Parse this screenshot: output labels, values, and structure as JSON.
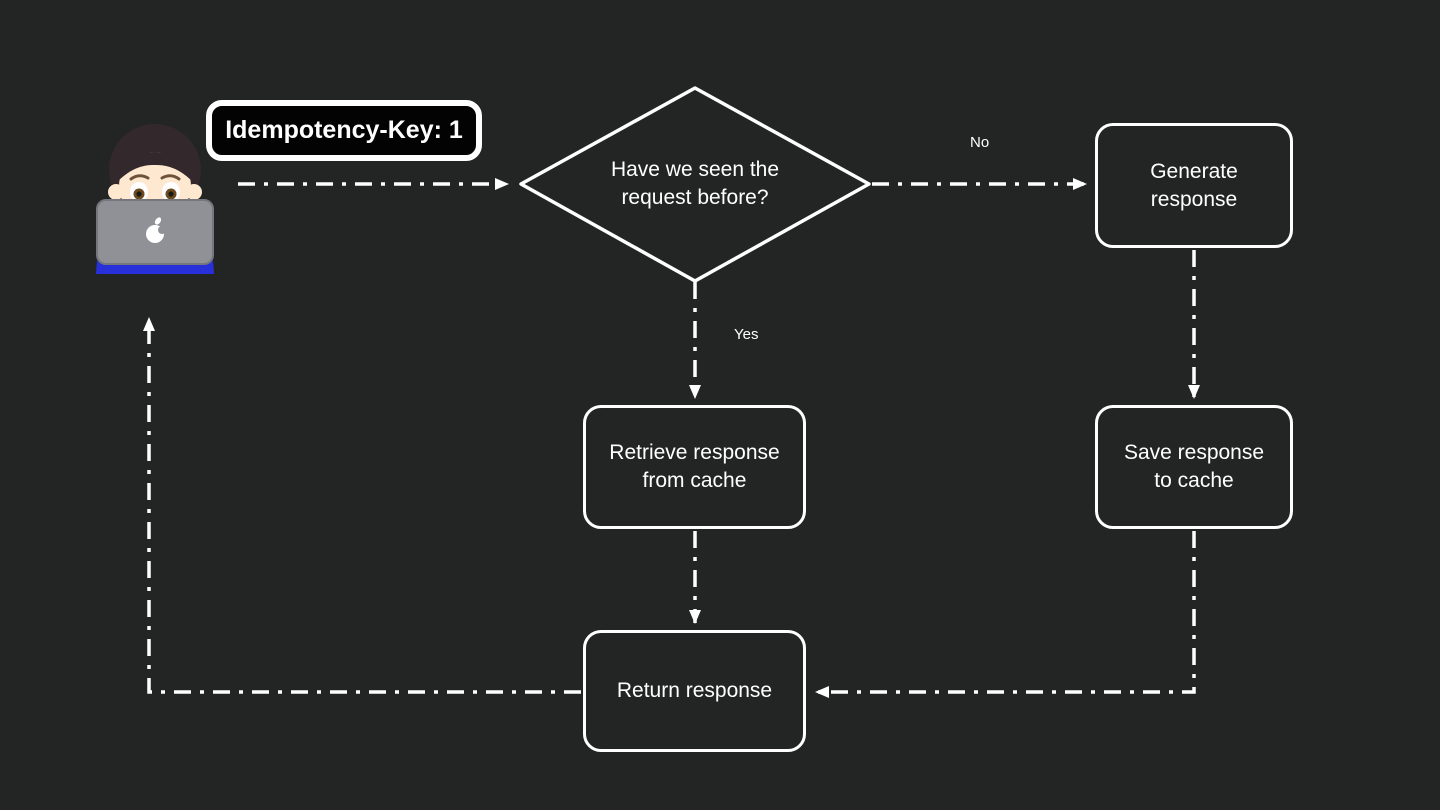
{
  "canvas": {
    "background": "#232525",
    "stroke_color": "#ffffff",
    "line_style": "dash-dot"
  },
  "badge": {
    "label": "Idempotency-Key: 1"
  },
  "person_icon": "person-at-laptop-emoji",
  "nodes": {
    "decision": {
      "type": "diamond",
      "label": "Have we seen the\nrequest before?"
    },
    "generate": {
      "type": "process",
      "label": "Generate\nresponse"
    },
    "retrieve": {
      "type": "process",
      "label": "Retrieve response\nfrom cache"
    },
    "save": {
      "type": "process",
      "label": "Save response\nto cache"
    },
    "return": {
      "type": "process",
      "label": "Return response"
    }
  },
  "edge_labels": {
    "no": "No",
    "yes": "Yes"
  }
}
